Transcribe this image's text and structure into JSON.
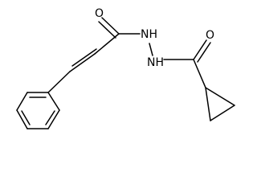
{
  "structure": {
    "atoms": {
      "carbonyl_oxygen_left": "O",
      "amide_nh_upper": "NH",
      "amide_nh_lower": "NH",
      "carbonyl_oxygen_right": "O"
    }
  },
  "colors": {
    "bond": "#000000",
    "label": "#000000",
    "background": "#ffffff"
  }
}
